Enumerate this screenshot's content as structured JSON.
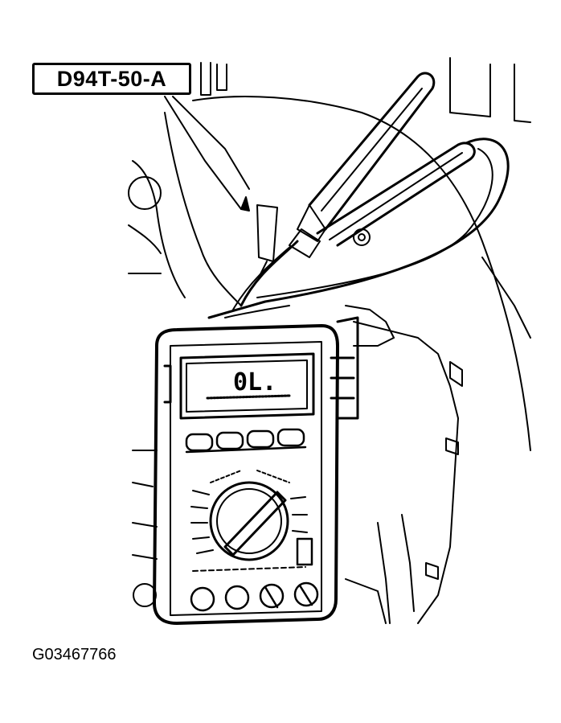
{
  "diagram": {
    "tool_label": "D94T-50-A",
    "display_reading": "0L.",
    "figure_id": "G03467766"
  },
  "colors": {
    "line": "#000000",
    "background": "#ffffff"
  }
}
